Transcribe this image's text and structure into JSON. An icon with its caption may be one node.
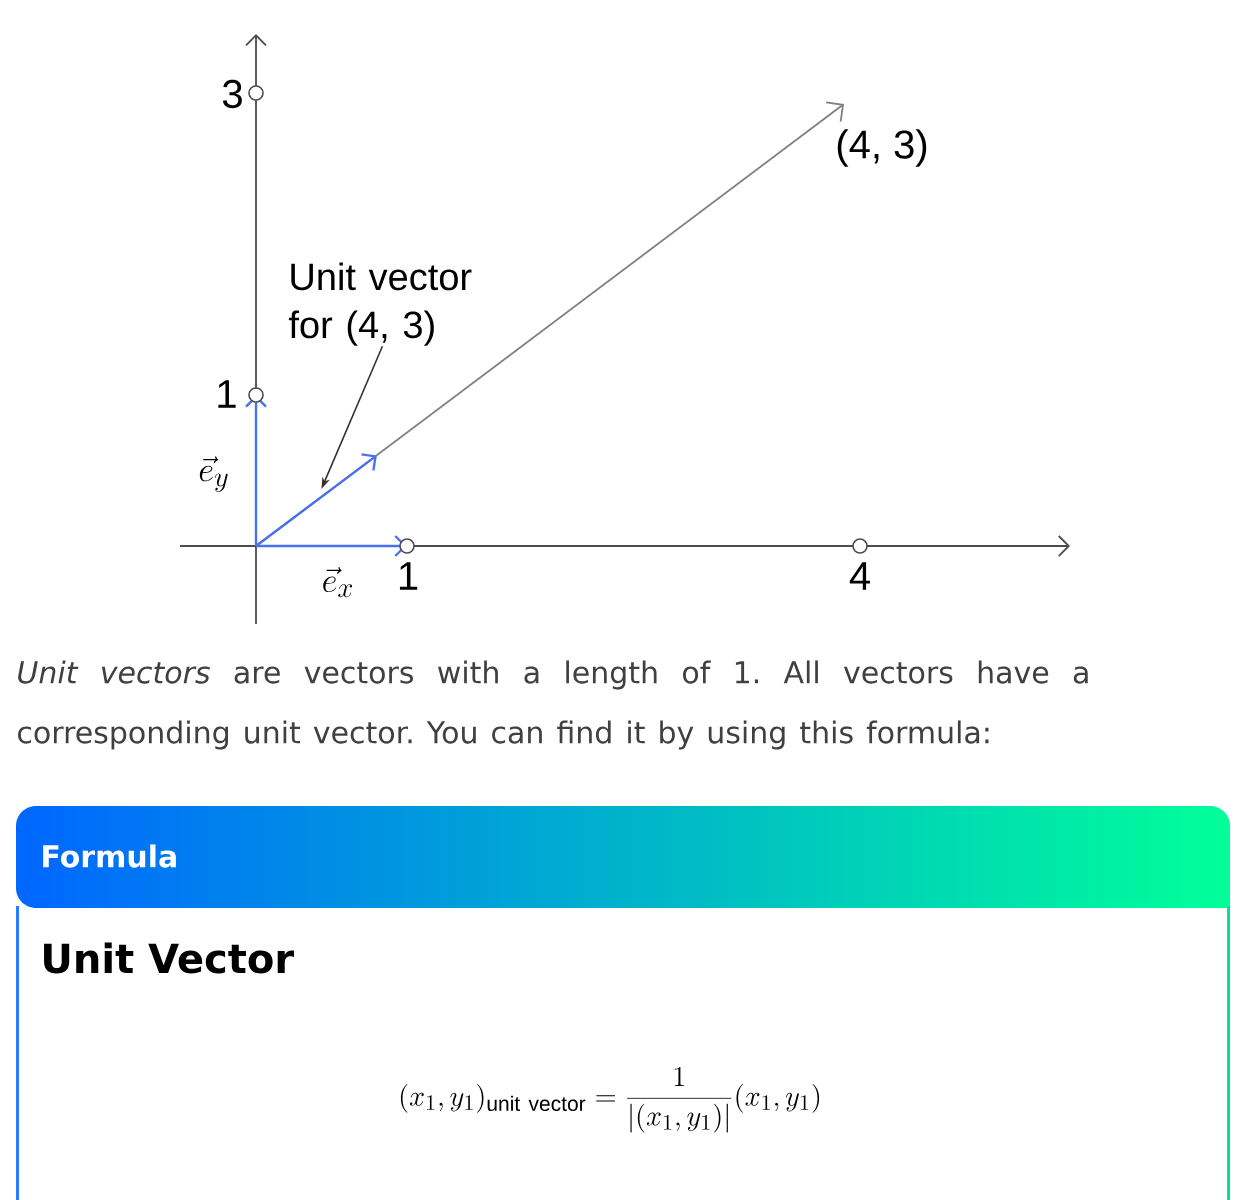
{
  "diagram": {
    "nodes": [
      {
        "text": [
          "Unit vector for (4, 3)"
        ]
      },
      {
        "text": [
          "Formula",
          "Unit Vector",
          "(x_1, y_1)_{\\mathrm{unit\\ vector}} = \\frac{1}{|(x_1, y_1)|}(x_1, y_1)"
        ]
      },
      {
        "text": [],
        "shape": "arrow"
      }
    ],
    "edges": [
      {
        "from": 0,
        "to": 2,
        "arrow": "to"
      }
    ],
    "labels": [
      "3",
      "(4, 3)",
      "1",
      "\\vec{e}_y",
      "\\vec{e}_x",
      "1",
      "4",
      "*Unit vectors* are vectors with a length of 1. All vectors have a corresponding unit vector. You can find it by using this formula:"
    ]
  }
}
